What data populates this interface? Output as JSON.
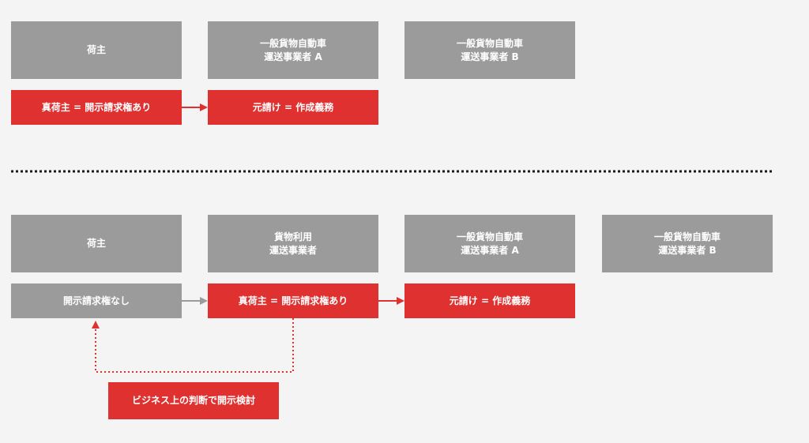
{
  "section_top": {
    "roles": [
      {
        "lines": [
          "荷主"
        ]
      },
      {
        "lines": [
          "一般貨物自動車",
          "運送事業者 A"
        ]
      },
      {
        "lines": [
          "一般貨物自動車",
          "運送事業者 B"
        ]
      }
    ],
    "statuses": [
      {
        "text": "真荷主 = 開示請求権あり"
      },
      {
        "text": "元請け = 作成義務"
      }
    ]
  },
  "section_bottom": {
    "roles": [
      {
        "lines": [
          "荷主"
        ]
      },
      {
        "lines": [
          "貨物利用",
          "運送事業者"
        ]
      },
      {
        "lines": [
          "一般貨物自動車",
          "運送事業者 A"
        ]
      },
      {
        "lines": [
          "一般貨物自動車",
          "運送事業者 B"
        ]
      }
    ],
    "statuses": [
      {
        "text": "開示請求権なし"
      },
      {
        "text": "真荷主 = 開示請求権あり"
      },
      {
        "text": "元請け = 作成義務"
      }
    ],
    "note": {
      "text": "ビジネス上の判断で開示検討"
    }
  },
  "colors": {
    "gray": "#9b9b9b",
    "red": "#e03131",
    "background": "#f4f4f4",
    "divider": "#1a1a1a"
  }
}
